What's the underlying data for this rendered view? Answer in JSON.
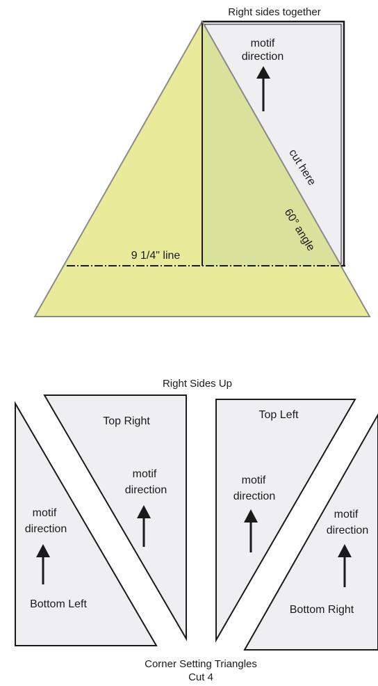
{
  "top_diagram": {
    "title": "Right sides together",
    "motif_line1": "motif",
    "motif_line2": "direction",
    "cut_label": "cut here",
    "angle_label": "60° angle",
    "line_label": "9 1/4\" line"
  },
  "bottom_diagram": {
    "title": "Right Sides Up",
    "pieces": [
      {
        "label": "Bottom Left",
        "motif_line1": "motif",
        "motif_line2": "direction"
      },
      {
        "label": "Top Right",
        "motif_line1": "motif",
        "motif_line2": "direction"
      },
      {
        "label": "Top Left",
        "motif_line1": "motif",
        "motif_line2": "direction"
      },
      {
        "label": "Bottom Right",
        "motif_line1": "motif",
        "motif_line2": "direction"
      }
    ],
    "caption_line1": "Corner Setting Triangles",
    "caption_line2": "Cut 4"
  },
  "colors": {
    "triangle_fill": "#e9eb9a",
    "overlap_fill": "#d9e29a",
    "panel_fill": "#efeff2",
    "outline": "#1a1a1a",
    "triangle_edge": "#8a8a8a"
  }
}
